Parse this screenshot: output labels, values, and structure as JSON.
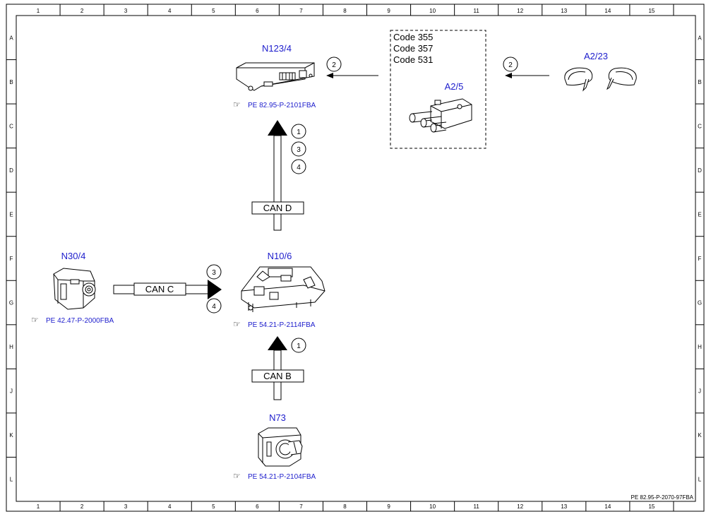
{
  "grid": {
    "columns": [
      "1",
      "2",
      "3",
      "4",
      "5",
      "6",
      "7",
      "8",
      "9",
      "10",
      "11",
      "12",
      "13",
      "14",
      "15"
    ],
    "rows": [
      "A",
      "B",
      "C",
      "D",
      "E",
      "F",
      "G",
      "H",
      "J",
      "K",
      "L"
    ]
  },
  "document_id": "PE 82.95-P-2070-97FBA",
  "components": {
    "n123_4": {
      "label": "N123/4",
      "ref": "PE 82.95-P-2101FBA"
    },
    "a2_5": {
      "label": "A2/5"
    },
    "a2_23": {
      "label": "A2/23"
    },
    "n30_4": {
      "label": "N30/4",
      "ref": "PE 42.47-P-2000FBA"
    },
    "n10_6": {
      "label": "N10/6",
      "ref": "PE 54.21-P-2114FBA"
    },
    "n73": {
      "label": "N73",
      "ref": "PE 54.21-P-2104FBA"
    }
  },
  "codes": [
    "Code 355",
    "Code 357",
    "Code 531"
  ],
  "buses": {
    "can_d": "CAN D",
    "can_c": "CAN C",
    "can_b": "CAN B"
  },
  "signals": {
    "top_left": "2",
    "top_right": "2",
    "can_d": [
      "1",
      "3",
      "4"
    ],
    "can_c_upper": "3",
    "can_c_lower": "4",
    "can_b": "1"
  },
  "colors": {
    "label_blue": "#1c1ccc",
    "line": "#000000"
  }
}
